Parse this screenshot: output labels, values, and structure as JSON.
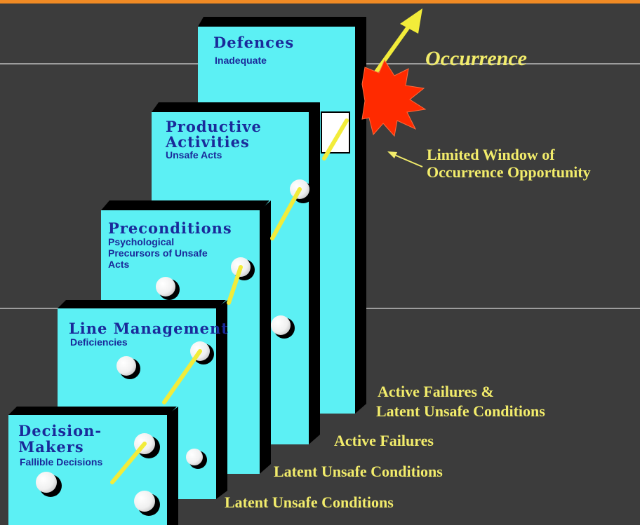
{
  "colors": {
    "background": "#3c3c3c",
    "slice": "#5cf0f4",
    "slice_shadow": "#000000",
    "title_text": "#1a2a9a",
    "labels": "#f2ec6b",
    "trajectory": "#f2ec3a",
    "burst": "#ff2a00",
    "top_border": "#f08a24"
  },
  "slices": [
    {
      "title": "Defences",
      "subtitle": "Inadequate"
    },
    {
      "title": "Productive Activities",
      "title_line1": "Productive",
      "title_line2": "Activities",
      "subtitle": "Unsafe Acts"
    },
    {
      "title": "Preconditions",
      "subtitle_line1": "Psychological",
      "subtitle_line2": "Precursors of Unsafe",
      "subtitle_line3": "Acts"
    },
    {
      "title": "Line Management",
      "subtitle": "Deficiencies"
    },
    {
      "title": "Decision-Makers",
      "title_line1": "Decision-",
      "title_line2": "Makers",
      "subtitle": "Fallible Decisions"
    }
  ],
  "layer_labels": {
    "defences_line1": "Active Failures &",
    "defences_line2": "Latent Unsafe Conditions",
    "productive": "Active Failures",
    "preconditions": "Latent Unsafe Conditions",
    "line_management": "Latent Unsafe Conditions"
  },
  "occurrence": "Occurrence",
  "window_label_line1": "Limited  Window of",
  "window_label_line2": "Occurrence Opportunity",
  "icons": {
    "arrow": "arrow-icon",
    "burst": "starburst-icon",
    "holes": "hole-icon"
  }
}
